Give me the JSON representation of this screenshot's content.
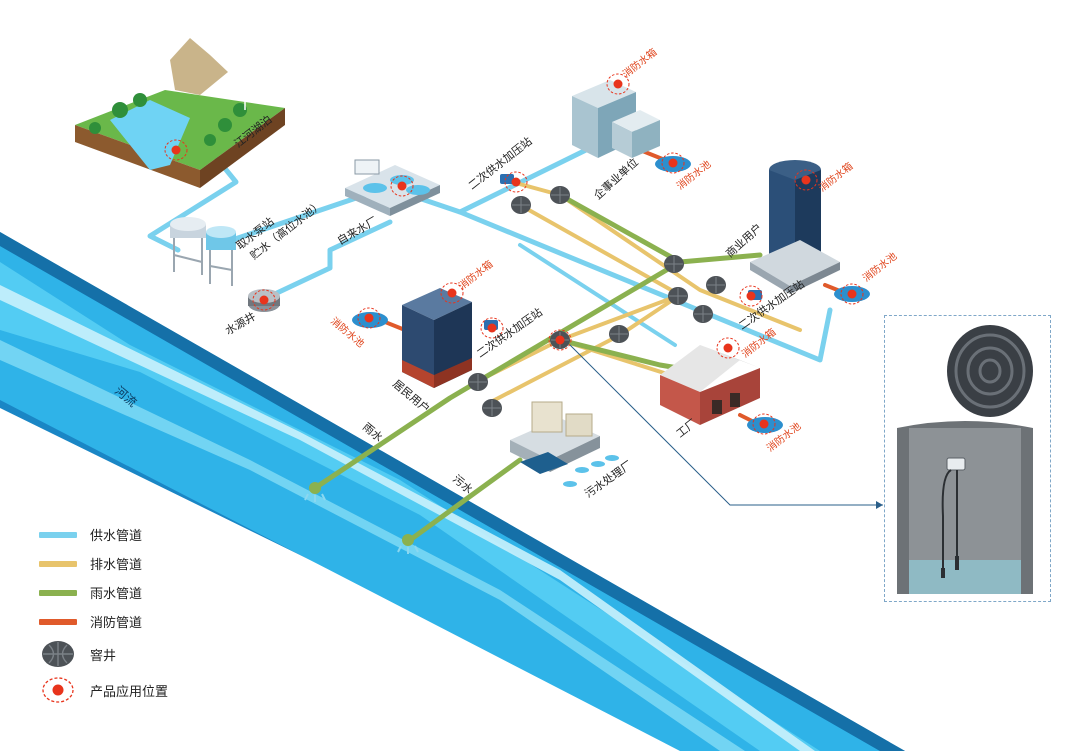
{
  "legend": {
    "supply": {
      "label": "供水管道",
      "color": "#7ad1ee"
    },
    "drain": {
      "label": "排水管道",
      "color": "#e8c46c"
    },
    "rain": {
      "label": "雨水管道",
      "color": "#8bb14f"
    },
    "fire": {
      "label": "消防管道",
      "color": "#e05a2b"
    },
    "manhole": {
      "label": "窨井"
    },
    "product": {
      "label": "产品应用位置",
      "color": "#e8341c"
    }
  },
  "labels": {
    "lake": "江河湖泊",
    "intake": "取水泵站",
    "storage": "贮水（高位水池）",
    "waterworks": "自来水厂",
    "well": "水源井",
    "booster_top": "二次供水加压站",
    "enterprise": "企事业单位",
    "fire_tank_ent": "消防水箱",
    "fire_pool_ent": "消防水池",
    "commercial": "商业用户",
    "fire_tank_com": "消防水箱",
    "fire_pool_com": "消防水池",
    "booster_right": "二次供水加压站",
    "booster_mid": "二次供水加压站",
    "fire_tank_fac": "消防水箱",
    "factory": "工厂",
    "fire_pool_fac": "消防水池",
    "residential": "居民用户",
    "fire_tank_res": "消防水箱",
    "fire_pool_res": "消防水池",
    "rain": "雨水",
    "sewage": "污水",
    "sewage_plant": "污水处理厂",
    "river": "河流"
  }
}
